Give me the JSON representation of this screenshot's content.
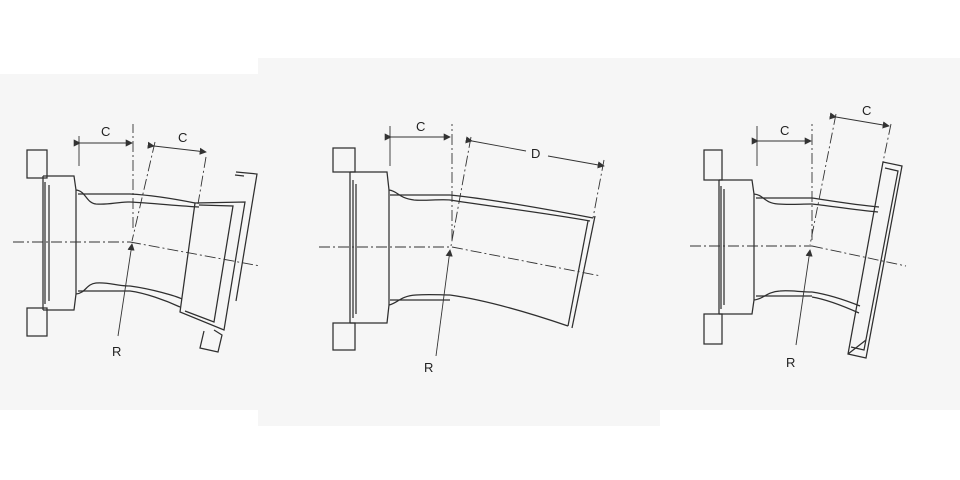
{
  "diagrams": [
    {
      "dimensions": [
        "C",
        "C"
      ],
      "radius": "R"
    },
    {
      "dimensions": [
        "C",
        "D"
      ],
      "radius": "R"
    },
    {
      "dimensions": [
        "C",
        "C"
      ],
      "radius": "R"
    }
  ],
  "colors": {
    "background": "#ffffff",
    "panel": "#f6f6f6",
    "line": "#2f2f2f"
  }
}
